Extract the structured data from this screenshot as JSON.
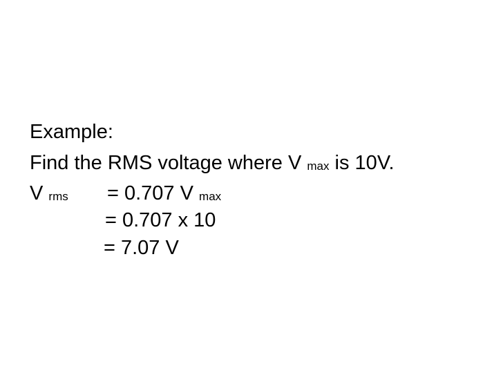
{
  "slide": {
    "heading": "Example:",
    "problem": {
      "prefix": "Find the RMS voltage where V",
      "subscript": "max",
      "suffix": " is 10V."
    },
    "step1": {
      "symbol": "V",
      "subscript": "rms",
      "expression": "= 0.707 V",
      "expression_subscript": "max"
    },
    "step2": "= 0.707 x 10",
    "step3": "= 7.07 V"
  }
}
